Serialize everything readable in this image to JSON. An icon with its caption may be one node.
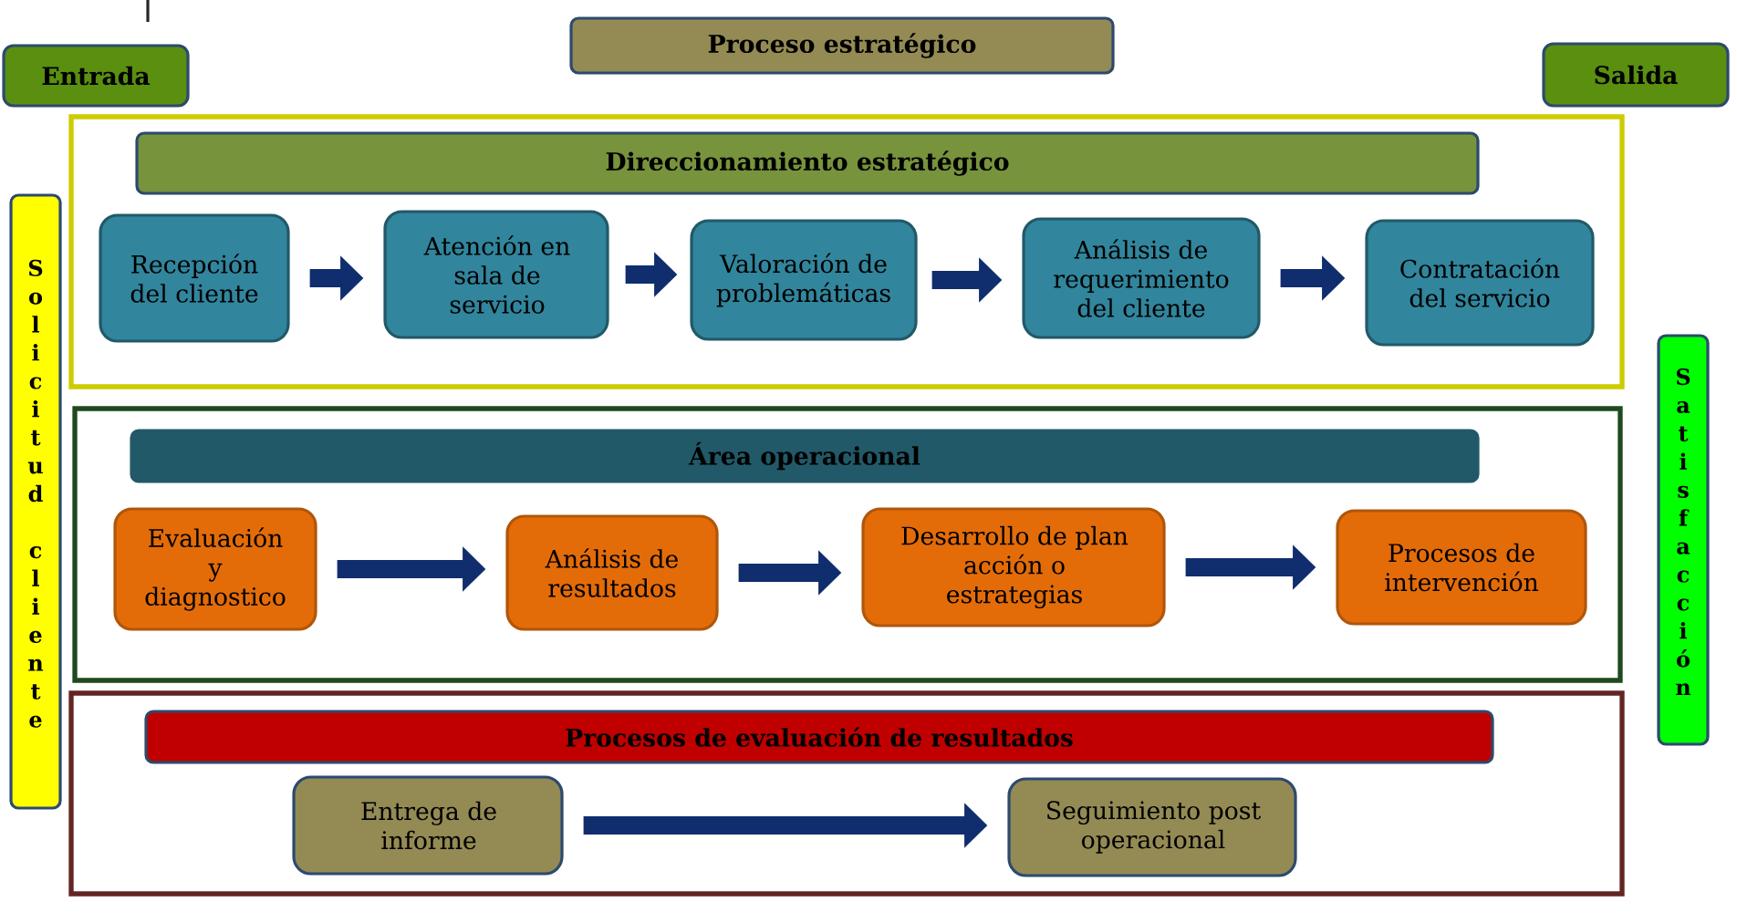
{
  "diagram": {
    "nodes": [
      {
        "text": [
          "Entrada"
        ]
      },
      {
        "text": [
          "Proceso estratégico"
        ]
      },
      {
        "text": [
          "Salida"
        ]
      },
      {
        "text": [
          "Solicitud cliente"
        ]
      },
      {
        "text": [],
        "shape": "box"
      },
      {
        "text": [
          "Direccionamiento estratégico"
        ],
        "in": 4
      },
      {
        "text": [
          "Recepción del cliente"
        ],
        "in": 4
      },
      {
        "text": [
          "Atención en sala de servicio"
        ],
        "in": 4
      },
      {
        "text": [
          "Valoración de problemáticas"
        ],
        "in": 4
      },
      {
        "text": [
          "Análisis de requerimiento del cliente"
        ],
        "in": 4
      },
      {
        "text": [
          "Contratación del servicio"
        ],
        "in": 4
      },
      {
        "text": [],
        "shape": "box"
      },
      {
        "text": [
          "Área operacional"
        ],
        "in": 11
      },
      {
        "text": [
          "Evaluación y diagnostico"
        ],
        "in": 11
      },
      {
        "text": [
          "Análisis de resultados"
        ],
        "in": 11
      },
      {
        "text": [
          "Desarrollo de plan acción o estrategias"
        ],
        "in": 11
      },
      {
        "text": [
          "Procesos de intervención"
        ],
        "in": 11
      },
      {
        "text": [],
        "shape": "box"
      },
      {
        "text": [
          "Procesos de evaluación de resultados"
        ],
        "in": 17
      },
      {
        "text": [
          "Entrega de informe"
        ],
        "in": 17
      },
      {
        "text": [
          "Seguimiento post operacional"
        ],
        "in": 17
      },
      {
        "text": [
          "Satisfacción"
        ]
      }
    ],
    "edges": [
      {
        "from": 6,
        "to": 7,
        "arrow": "to"
      },
      {
        "from": 7,
        "to": 8,
        "arrow": "to"
      },
      {
        "from": 8,
        "to": 9,
        "arrow": "to"
      },
      {
        "from": 9,
        "to": 10,
        "arrow": "to"
      },
      {
        "from": 13,
        "to": 14,
        "arrow": "to"
      },
      {
        "from": 14,
        "to": 15,
        "arrow": "to"
      },
      {
        "from": 15,
        "to": 16,
        "arrow": "to"
      },
      {
        "from": 19,
        "to": 20,
        "arrow": "to"
      }
    ]
  }
}
